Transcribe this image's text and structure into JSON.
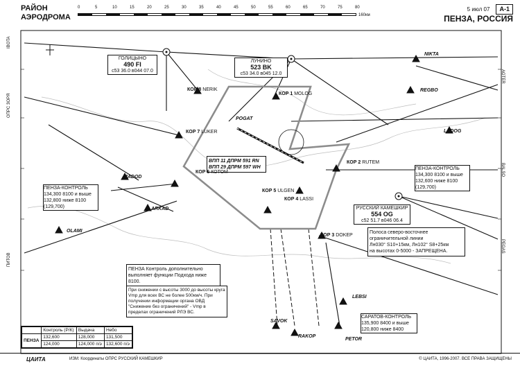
{
  "header": {
    "title_line1": "РАЙОН",
    "title_line2": "АЭРОДРОМА",
    "date": "5 июл 07",
    "chart_no": "A-1",
    "city": "ПЕНЗА, РОССИЯ"
  },
  "scale": {
    "labels": [
      "0",
      "5",
      "10",
      "15",
      "20",
      "25",
      "30",
      "35",
      "40",
      "45",
      "50",
      "55",
      "60",
      "65",
      "70",
      "75",
      "80"
    ],
    "unit": "160км"
  },
  "frequencies": [
    {
      "id": "golitsyno",
      "lines": [
        "ГОЛИЦЫНО",
        "490 FI",
        "c53 36.0 в044 07.0"
      ]
    },
    {
      "id": "lunino",
      "lines": [
        "ЛУНИНО",
        "523 BK",
        "c53 34.0 в045 12.0"
      ]
    },
    {
      "id": "russky",
      "lines": [
        "РУССКИЙ КАМЕШКИР",
        "554 OG",
        "c52 51.7 в046 06.4"
      ]
    },
    {
      "id": "penza_control_e",
      "lines": [
        "ПЕНЗА-КОНТРОЛЬ",
        "134,300 8100 и выше",
        "132,600 ниже 8100",
        "(129,700)"
      ]
    },
    {
      "id": "penza_control_w",
      "lines": [
        "ПЕНЗА-КОНТРОЛЬ",
        "134,300 8100 и выше",
        "132,800 ниже 8100",
        "(129,700)"
      ]
    },
    {
      "id": "saratov",
      "lines": [
        "САРАТОВ-КОНТРОЛЬ",
        "135,900 8400 и выше",
        "120,800 ниже 8400"
      ]
    }
  ],
  "notes": {
    "note1": "ПЕНЗА Контроль дополнительно выполняет функции Подхода ниже 8100.",
    "note2": "Полоса северо-восточнее ограничительной линии",
    "note2b": "Лн030° S10+15км, Лн102° S8+25км",
    "note2c": "на высотах 0-5000 - ЗАПРЕЩЕНА.",
    "descent": "При снижении с высоты 3000 до высоты круга Vmp для всех ВС не более 500км/ч. При получении информации органа ОВД \"Снижение без ограничений\" - Vmp в пределах ограничений РЛЭ ВС.",
    "vpp1": "ВПП 11 ДПРМ 591 RN",
    "vpp2": "ВПП 29 ДПРМ 597 WH"
  },
  "table": {
    "headers": [
      "Контроль (Р/К)",
      "Выдача",
      "Небо"
    ],
    "row_name": "ПЕНЗА",
    "row1": [
      "132,600",
      "124,000"
    ],
    "row2": [
      "128,000",
      "124,000 п/э"
    ],
    "row3": [
      "131,500",
      "132,600 п/э"
    ]
  },
  "footer": {
    "logo": "ЦАИТА",
    "note": "ИЗМ: Координаты ОПРС РУССКИЙ КАМЕШКИР",
    "copy": "© ЦАИТА, 1996-2007. ВСЕ ПРАВА ЗАЩИЩЕНЫ"
  },
  "side_labels": [
    "IBOTA",
    "ОПРС ЗОРЯ",
    "ПИТОВ",
    "AGTER",
    "BALSO",
    "PEGAS"
  ],
  "points": [
    {
      "name": "КОР 8",
      "sub": "NERIK"
    },
    {
      "name": "КОР 1",
      "sub": "MOLOG"
    },
    {
      "name": "КОР 7",
      "sub": "LUKER"
    },
    {
      "name": "КОР 6",
      "sub": "КОТОМ"
    },
    {
      "name": "КОР 5",
      "sub": "ULGEN"
    },
    {
      "name": "КОР 4",
      "sub": "LASSI"
    },
    {
      "name": "КОР 3",
      "sub": "DOKEP"
    },
    {
      "name": "КОР 2",
      "sub": "RUTEM"
    },
    {
      "name": "ARKAD"
    },
    {
      "name": "MADOD"
    },
    {
      "name": "OLAMI"
    },
    {
      "name": "POGAT"
    },
    {
      "name": "REGBO"
    },
    {
      "name": "LADOG"
    },
    {
      "name": "NIKTA"
    },
    {
      "name": "SAVOK"
    },
    {
      "name": "RAKOP"
    },
    {
      "name": "PETOR"
    },
    {
      "name": "LEBSI"
    }
  ]
}
